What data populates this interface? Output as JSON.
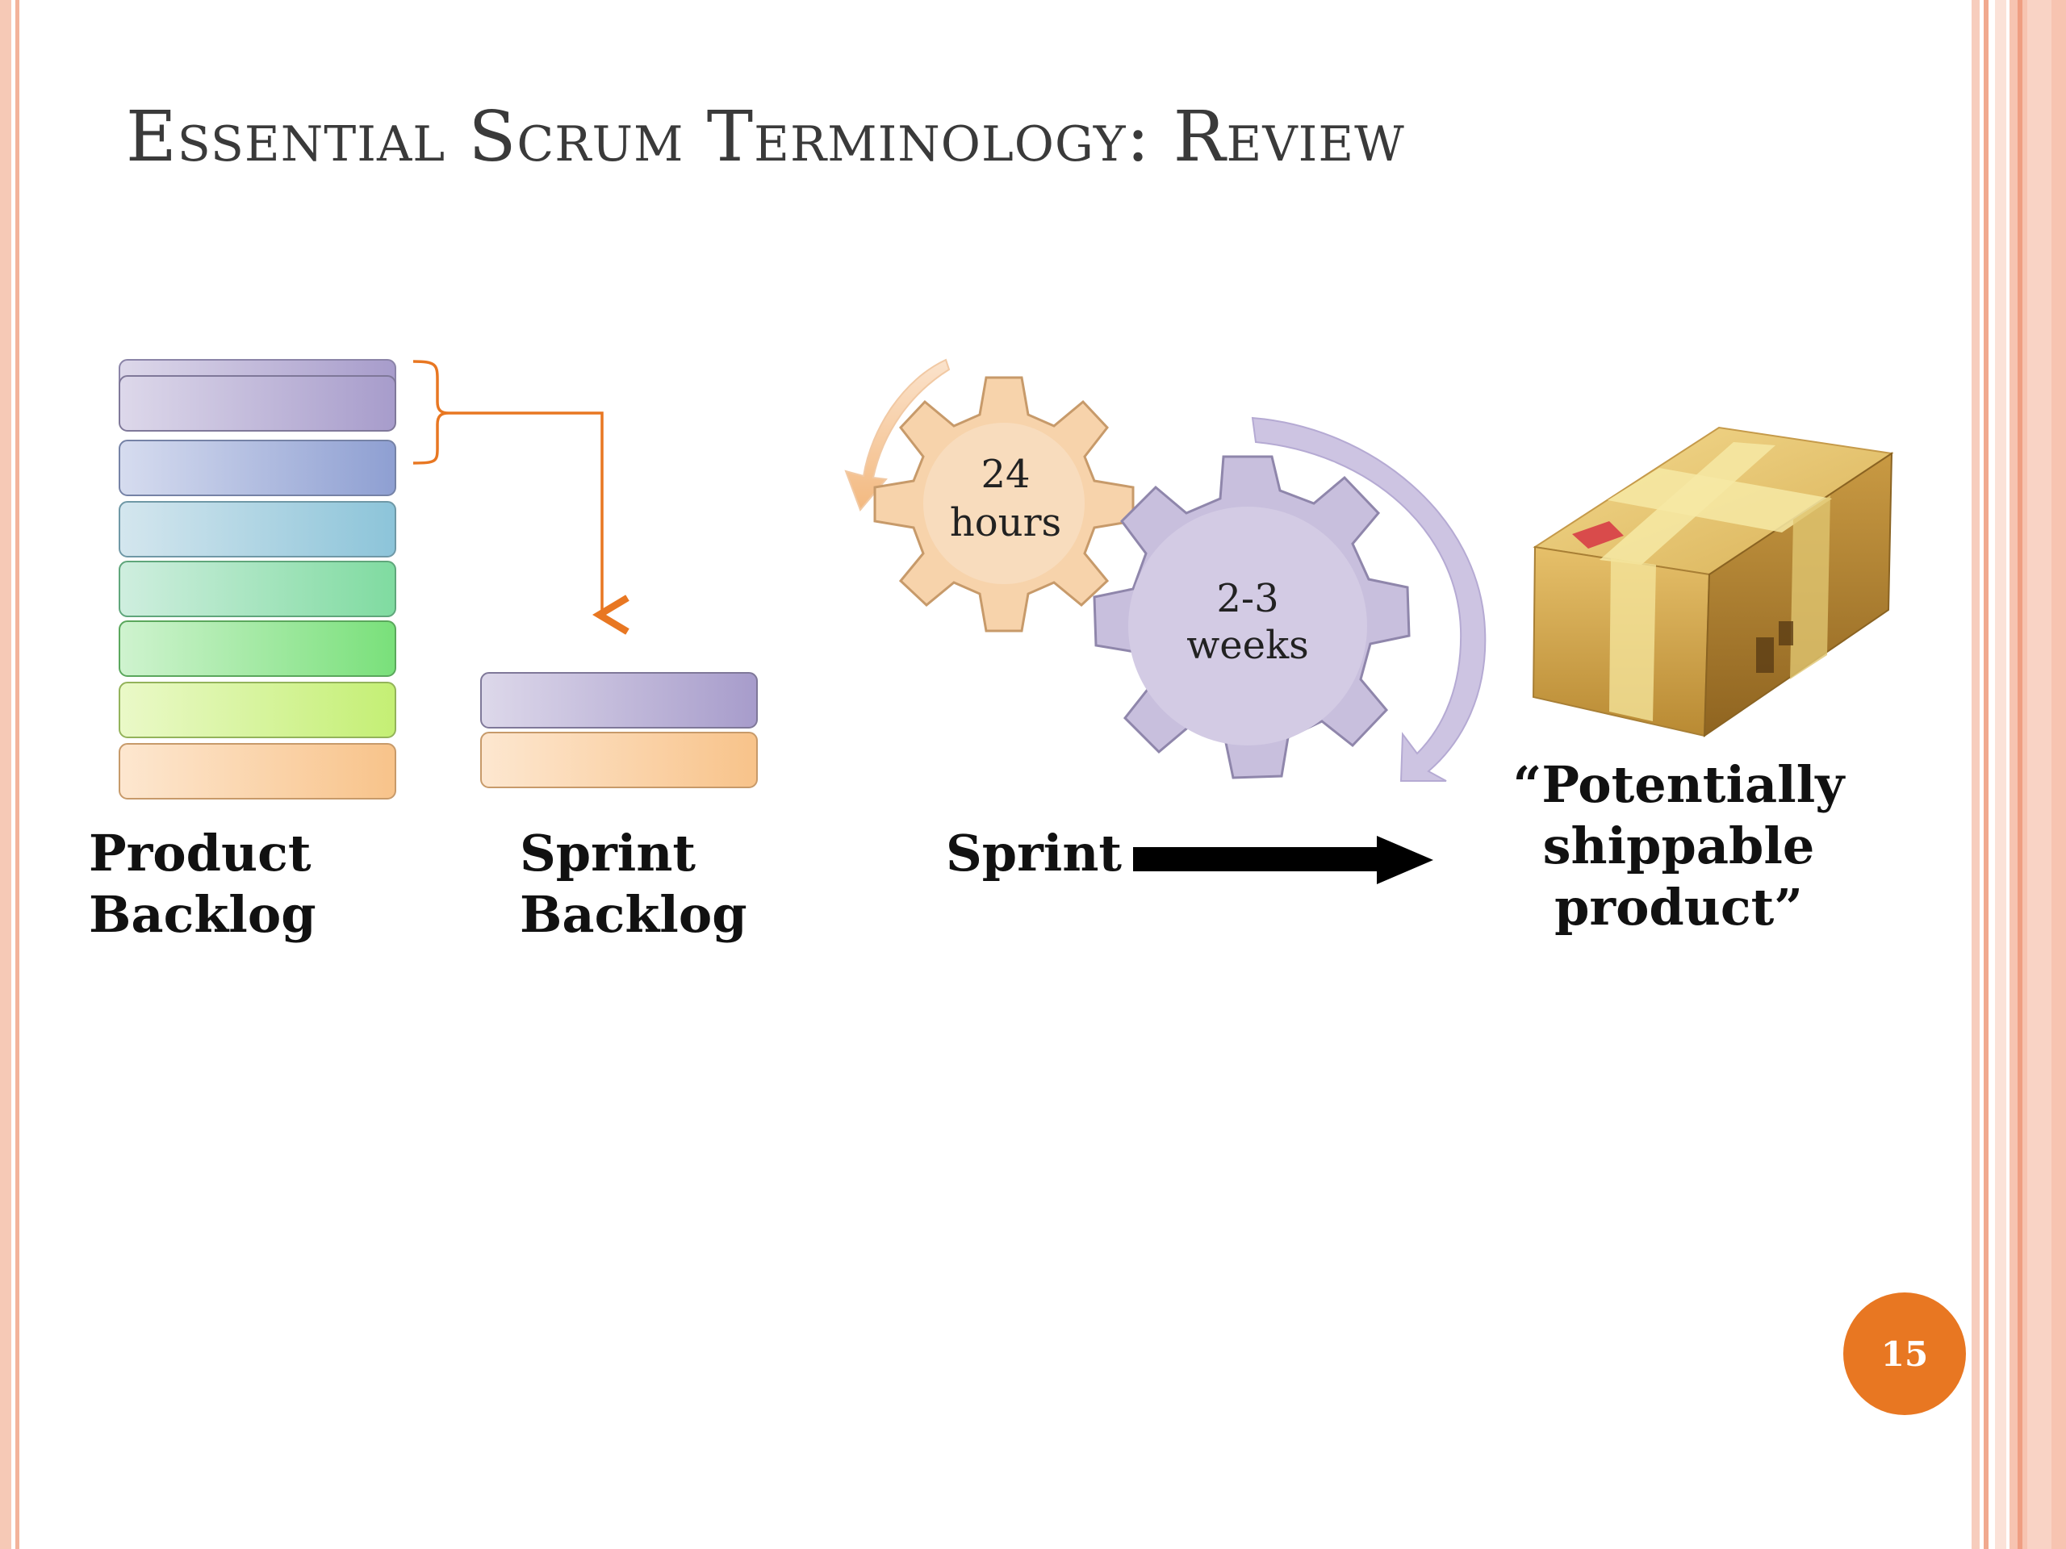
{
  "slide": {
    "title": "Essential Scrum Terminology: Review",
    "page_number": "15"
  },
  "diagram": {
    "product_backlog_label_line1": "Product",
    "product_backlog_label_line2": "Backlog",
    "sprint_backlog_label_line1": "Sprint",
    "sprint_backlog_label_line2": "Backlog",
    "daily_gear_line1": "24",
    "daily_gear_line2": "hours",
    "sprint_gear_line1": "2-3",
    "sprint_gear_line2": "weeks",
    "sprint_label": "Sprint",
    "product_label_line1": "“Potentially",
    "product_label_line2": "shippable",
    "product_label_line3": "product”"
  },
  "colors": {
    "accent": "#e87722",
    "title": "#3a3a3a",
    "backlog_purple": "#a9a0cc",
    "backlog_blue": "#8fb7d8",
    "backlog_teal": "#8dd3d3",
    "backlog_green": "#7fdc8f",
    "backlog_lime": "#b9ec7a",
    "backlog_peach": "#f7c690",
    "gear_orange": "#f6cfa3",
    "gear_purple": "#c5bcdc"
  },
  "icons": [
    "bracket-arrow-icon",
    "gear-icon",
    "cycle-arrow-icon",
    "package-box-icon",
    "right-arrow-icon"
  ]
}
